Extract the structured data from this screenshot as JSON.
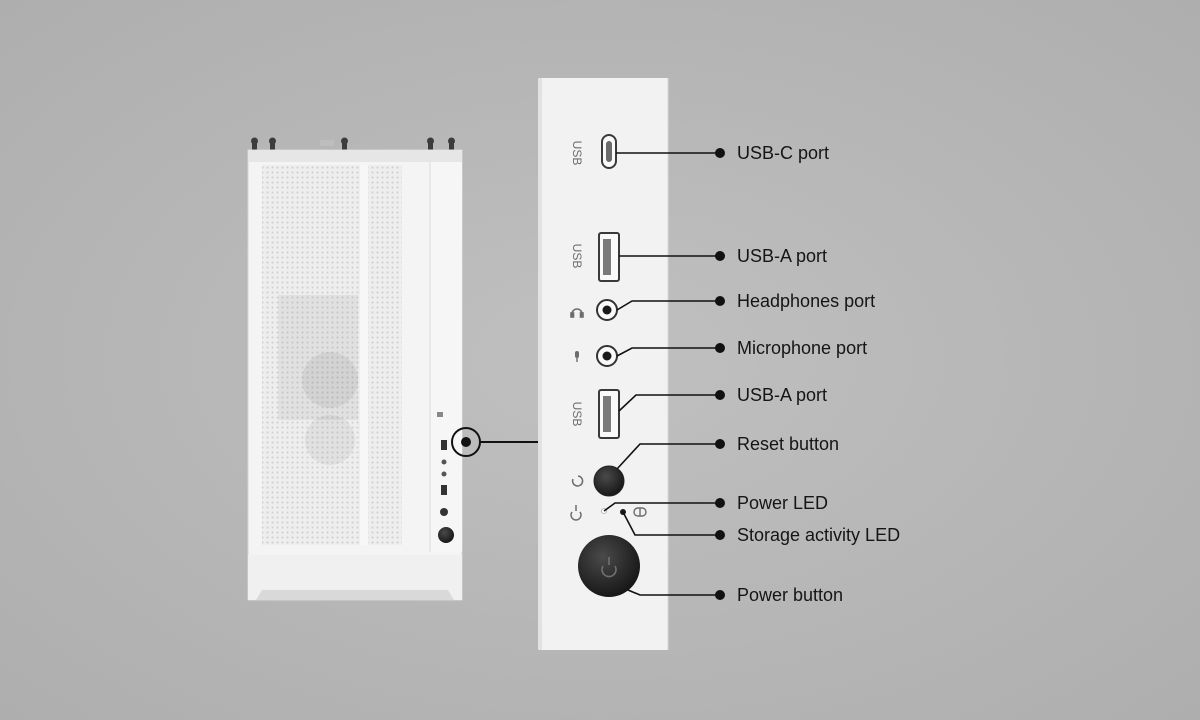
{
  "callouts": [
    {
      "id": "usb-c",
      "label": "USB-C port"
    },
    {
      "id": "usb-a-1",
      "label": "USB-A port"
    },
    {
      "id": "headphones",
      "label": "Headphones port"
    },
    {
      "id": "microphone",
      "label": "Microphone port"
    },
    {
      "id": "usb-a-2",
      "label": "USB-A port"
    },
    {
      "id": "reset",
      "label": "Reset button"
    },
    {
      "id": "power-led",
      "label": "Power LED"
    },
    {
      "id": "storage-led",
      "label": "Storage activity LED"
    },
    {
      "id": "power-button",
      "label": "Power button"
    }
  ],
  "panel_labels": {
    "usb_c": "USB",
    "usb_a_top": "USB",
    "usb_a_bottom": "USB"
  },
  "colors": {
    "background": "#b6b6b6",
    "case_white": "#f3f3f3",
    "line": "#111111"
  },
  "icons": [
    "headphone-icon",
    "microphone-icon",
    "reset-icon",
    "power-icon",
    "storage-icon"
  ]
}
